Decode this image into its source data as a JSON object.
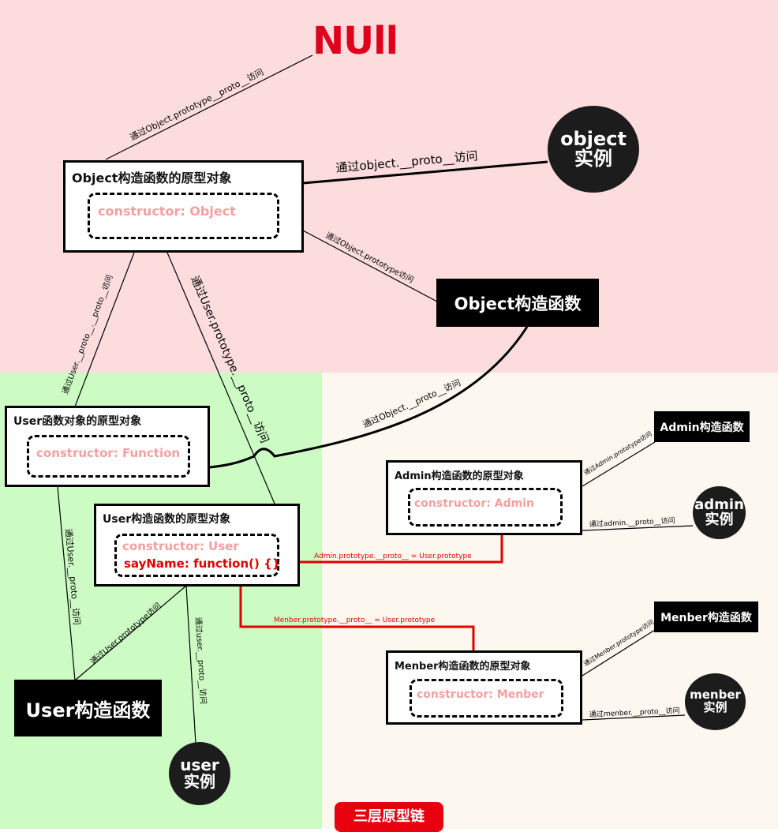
{
  "null_title": "NUll",
  "chain_title": "三层原型链",
  "object_proto": {
    "title": "Object构造函数的原型对象",
    "ctor": "constructor: Object"
  },
  "object_fn": {
    "label": "Object构造函数"
  },
  "object_inst": {
    "line1": "object",
    "line2": "实例"
  },
  "user_fn_proto": {
    "title": "User函数对象的原型对象",
    "ctor": "constructor: Function"
  },
  "user_proto": {
    "title": "User构造函数的原型对象",
    "ctor": "constructor: User",
    "method": "sayName: function() {}"
  },
  "user_fn": {
    "label": "User构造函数"
  },
  "user_inst": {
    "line1": "user",
    "line2": "实例"
  },
  "admin_proto": {
    "title": "Admin构造函数的原型对象",
    "ctor": "constructor: Admin"
  },
  "admin_fn": {
    "label": "Admin构造函数"
  },
  "admin_inst": {
    "line1": "admin",
    "line2": "实例"
  },
  "menber_proto": {
    "title": "Menber构造函数的原型对象",
    "ctor": "constructor: Menber"
  },
  "menber_fn": {
    "label": "Menber构造函数"
  },
  "menber_inst": {
    "line1": "menber",
    "line2": "实例"
  },
  "links": {
    "null_link": "通过Object.prototype__proto__访问",
    "object_inst_link": "通过object.__proto__访问",
    "object_fn_proto_link": "通过Object.prototype访问",
    "object_fn_fnproto_link": "通过Object.__proto__访问",
    "user_fn_obj_link": "通过User.__proto__.__proto__访问",
    "user_proto_obj_link": "通过User.prototype.__proto__访问",
    "user_fn_fnproto_link": "通过User.__proto__访问",
    "user_fn_proto_link": "通过User.prototype访问",
    "user_inst_link": "通过user.__proto__访问",
    "admin_fn_link": "通过Admin.prototype访问",
    "admin_inst_link": "通过admin.__proto__访问",
    "admin_chain_link": "Admin.prototype.__proto__ = User.prototype",
    "menber_chain_link": "Menber.prototype.__proto__ = User.prototype",
    "menber_fn_link": "通过Menber.prototype访问",
    "menber_inst_link": "通过menber.__proto__访问"
  }
}
